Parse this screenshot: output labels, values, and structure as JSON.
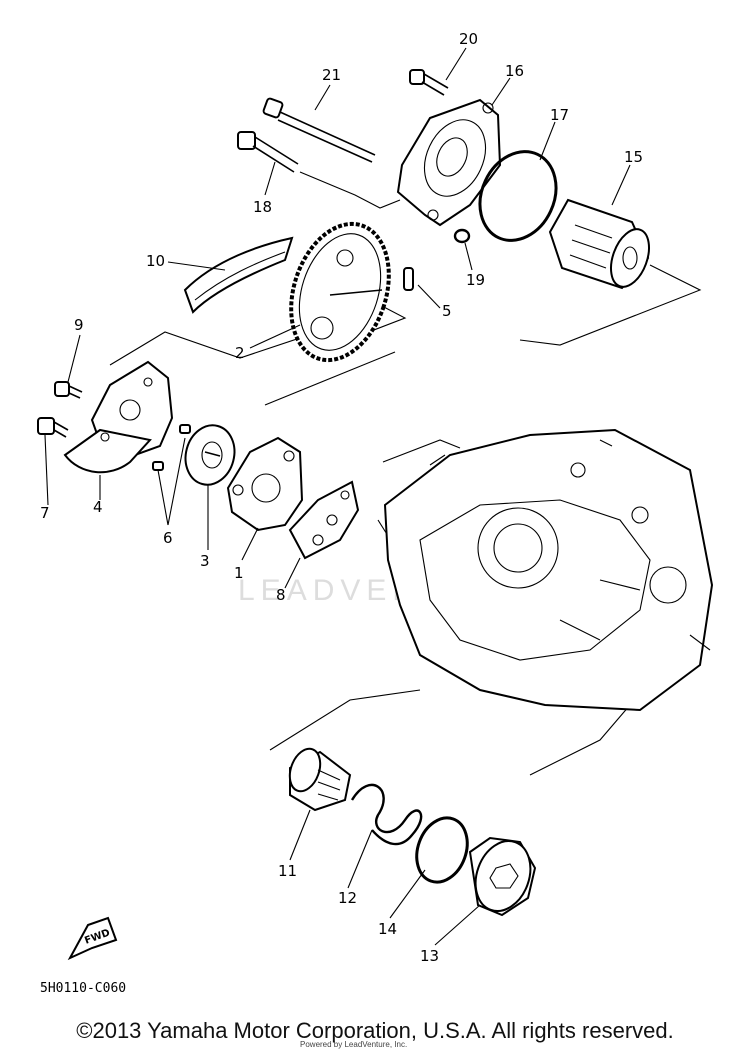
{
  "diagram": {
    "callouts": {
      "p1": "1",
      "p2": "2",
      "p3": "3",
      "p4": "4",
      "p5": "5",
      "p6": "6",
      "p7": "7",
      "p8": "8",
      "p9": "9",
      "p10": "10",
      "p11": "11",
      "p12": "12",
      "p13": "13",
      "p14": "14",
      "p15": "15",
      "p16": "16",
      "p17": "17",
      "p18": "18",
      "p19": "19",
      "p20": "20",
      "p21": "21"
    },
    "diagram_code": "5H0110-C060",
    "fwd_label": "FWD",
    "watermark": "LEADVENTURE"
  },
  "footer": {
    "copyright": "©2013 Yamaha Motor Corporation, U.S.A. All rights reserved.",
    "credit": "Powered by LeadVenture, Inc."
  }
}
